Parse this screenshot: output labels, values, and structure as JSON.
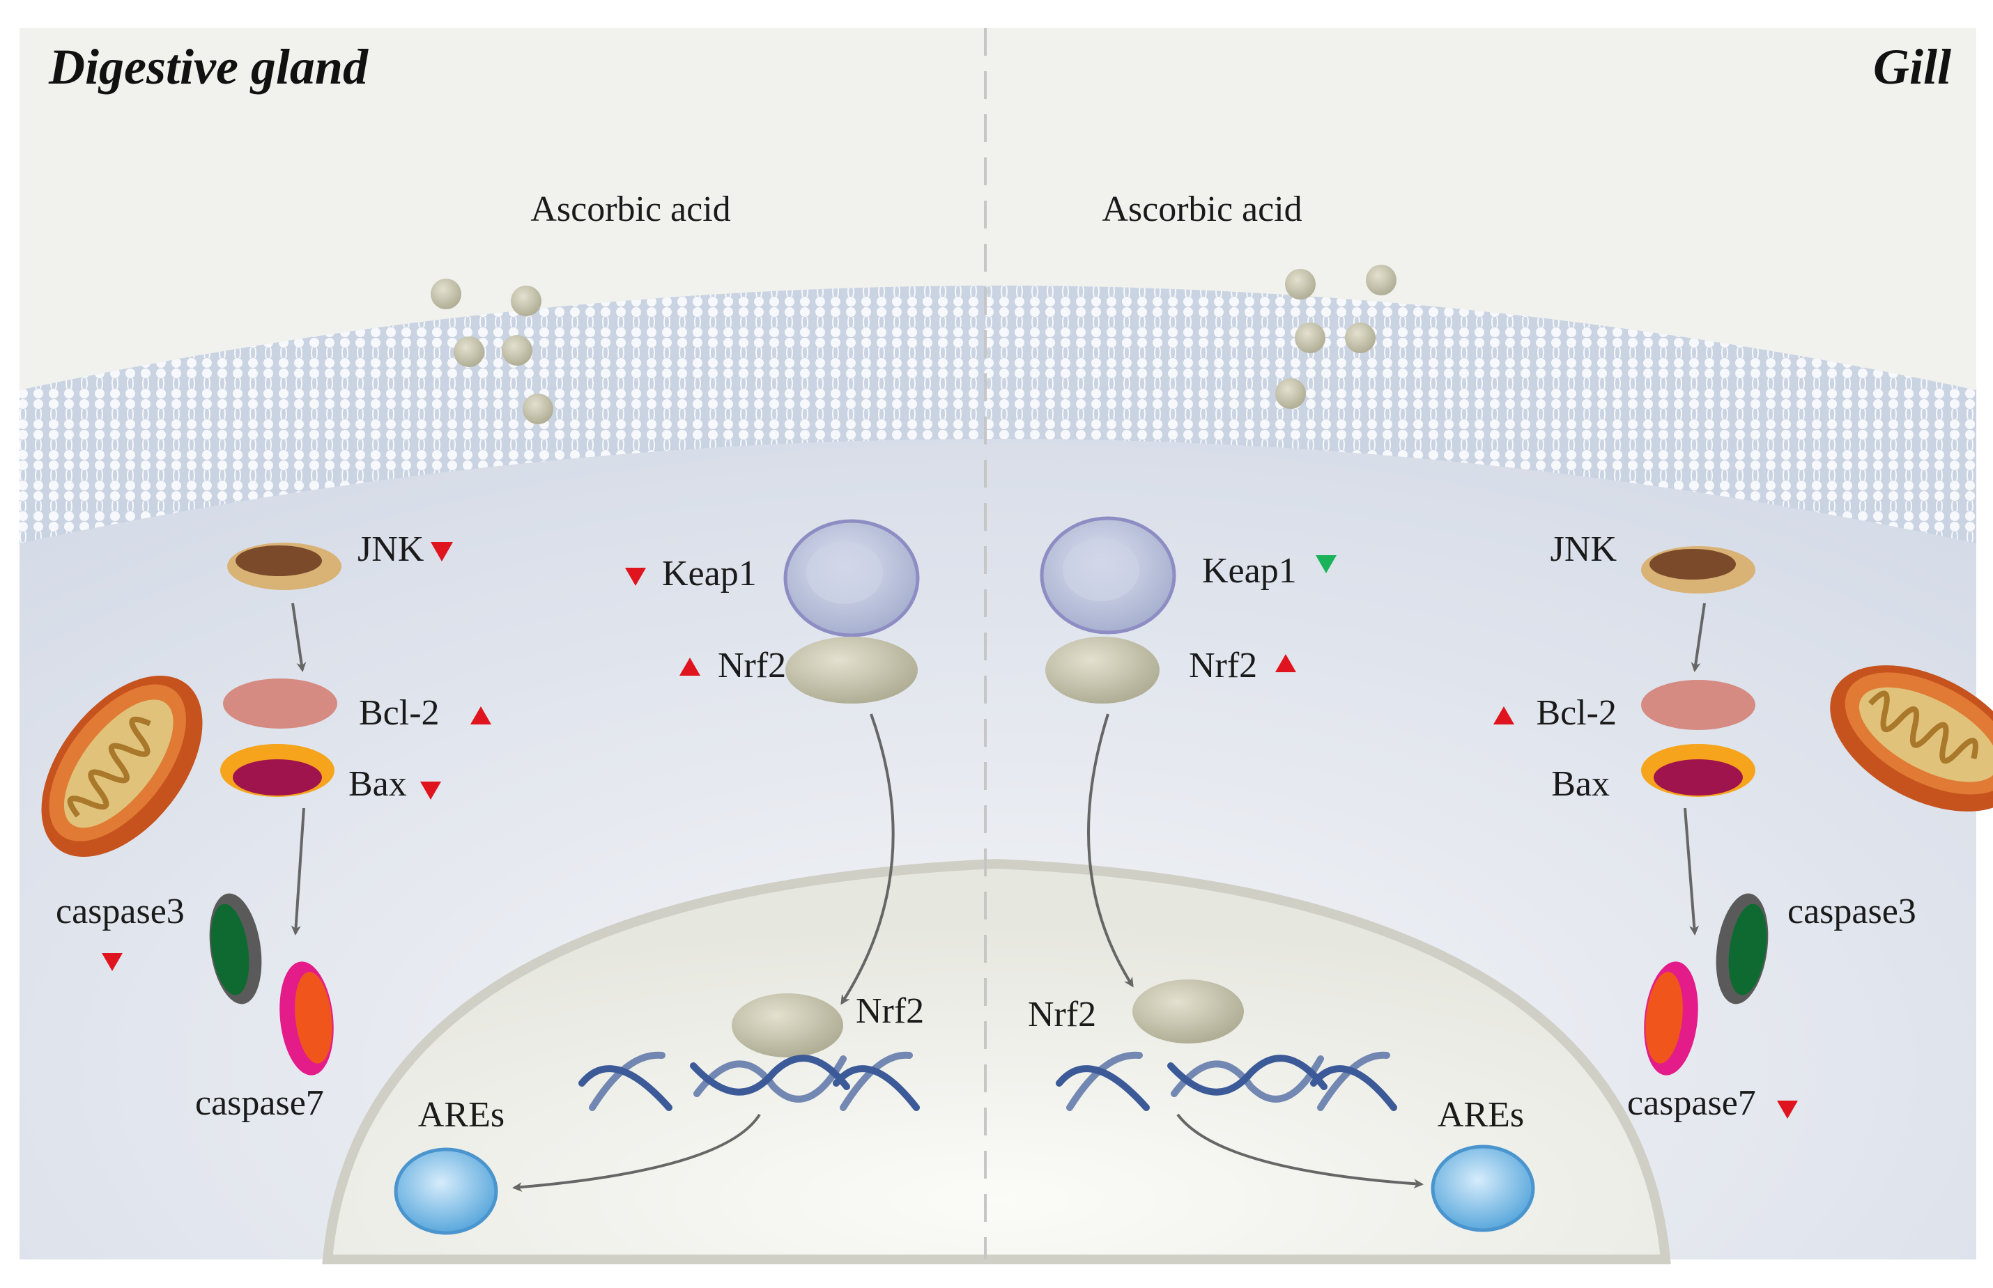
{
  "panels": {
    "left_title": "Digestive gland",
    "right_title": "Gill"
  },
  "left": {
    "stimulus": "Ascorbic acid",
    "jnk": "JNK",
    "bcl2": "Bcl-2",
    "bax": "Bax",
    "caspase3": "caspase3",
    "caspase7": "caspase7",
    "keap1": "Keap1",
    "nrf2_cyto": "Nrf2",
    "nrf2_nucleus": "Nrf2",
    "ares": "AREs",
    "changes": {
      "jnk": "down",
      "bcl2": "up",
      "bax": "down",
      "caspase3": "down",
      "keap1": "down",
      "nrf2": "up"
    }
  },
  "right": {
    "stimulus": "Ascorbic acid",
    "jnk": "JNK",
    "bcl2": "Bcl-2",
    "bax": "Bax",
    "caspase3": "caspase3",
    "caspase7": "caspase7",
    "keap1": "Keap1",
    "nrf2_cyto": "Nrf2",
    "nrf2_nucleus": "Nrf2",
    "ares": "AREs",
    "changes": {
      "bcl2": "up",
      "caspase7": "down",
      "keap1": "down (green)",
      "nrf2": "up"
    }
  },
  "colors": {
    "up_marker": "#e0141e",
    "down_marker": "#e0141e",
    "keap1_down_right": "#1bb35a",
    "cytoplasm": "#dde2ec",
    "extracellular": "#f1f2ee",
    "membrane": "#c8d2e0",
    "nucleus": "#eeefe9",
    "keap1": "#b9c2dd",
    "nrf2": "#dedcc8",
    "jnk": "#7b4a2a",
    "bcl2": "#d58a82",
    "bax": "#a0144e",
    "caspase3": "#0f6a32",
    "caspase7": "#f0561c",
    "ares": "#7cc0ea",
    "dna": "#3c5a98"
  }
}
